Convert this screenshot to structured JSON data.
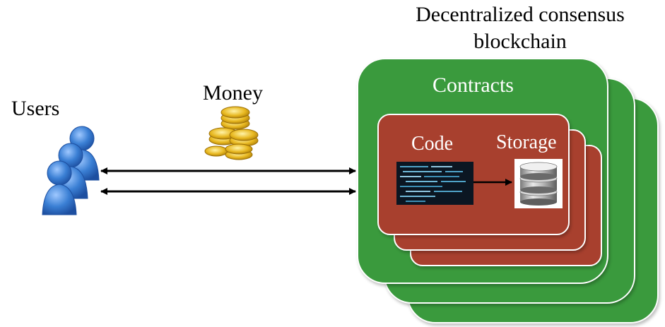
{
  "title": {
    "line1": "Decentralized consensus",
    "line2": "blockchain"
  },
  "users": {
    "label": "Users",
    "icon": "users-icon"
  },
  "money": {
    "label": "Money",
    "icon": "coins-icon"
  },
  "contracts": {
    "label": "Contracts",
    "code_label": "Code",
    "storage_label": "Storage",
    "code_icon": "code-screen-icon",
    "storage_icon": "database-icon"
  },
  "colors": {
    "green": "#3a9a3d",
    "red": "#a8402e",
    "users_blue": "#3a7fd4",
    "coin_gold": "#e8b820"
  }
}
